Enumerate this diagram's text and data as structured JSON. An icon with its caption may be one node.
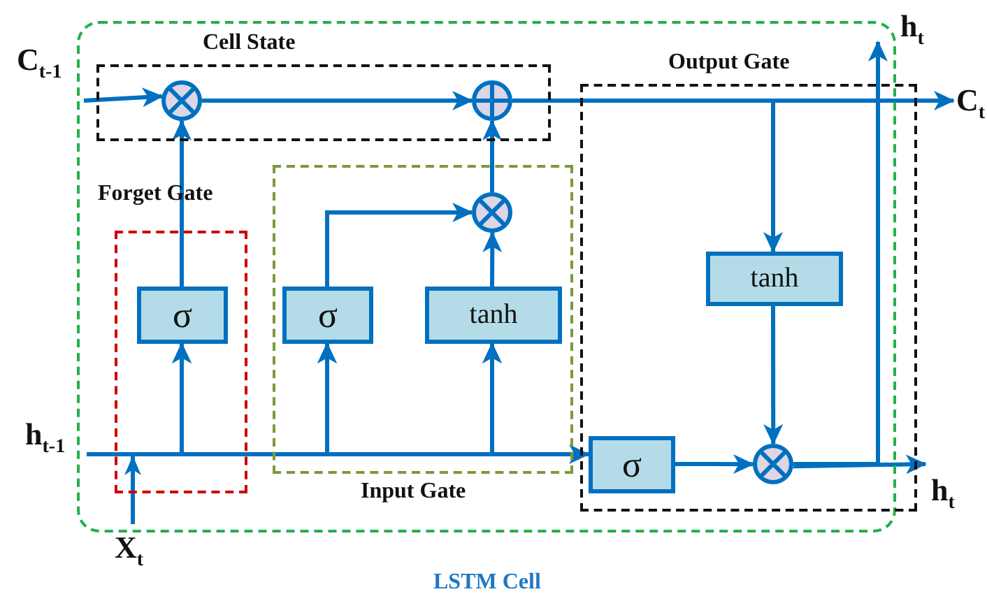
{
  "diagram": {
    "nodes": [
      {
        "text": [
          "LSTM Cell"
        ]
      },
      {
        "text": [
          "Cell State"
        ],
        "in": 0
      },
      {
        "text": [],
        "shape": "circle",
        "in": 1
      },
      {
        "text": [],
        "shape": "circle",
        "in": 1
      },
      {
        "text": [
          "Output Gate"
        ],
        "in": 0
      },
      {
        "text": [
          "Forget Gate"
        ],
        "in": 0
      },
      {
        "text": [
          "Input Gate"
        ],
        "in": 0
      },
      {
        "text": [],
        "shape": "circle",
        "in": 6
      },
      {
        "text": [
          "σ"
        ],
        "in": 5
      },
      {
        "text": [
          "σ"
        ],
        "in": 6
      },
      {
        "text": [
          "tanh"
        ],
        "in": 6
      },
      {
        "text": [
          "tanh"
        ],
        "in": 4
      },
      {
        "text": [
          "σ"
        ],
        "in": 4
      },
      {
        "text": [],
        "shape": "circle",
        "in": 4
      },
      {
        "text": [
          "C$_{t-1}$"
        ]
      },
      {
        "text": [
          "h$_{t}$"
        ]
      },
      {
        "text": [
          "C$_{t}$"
        ]
      },
      {
        "text": [
          "h$_{t-1}$"
        ]
      },
      {
        "text": [
          "X$_{t}$"
        ]
      },
      {
        "text": [
          "h$_{t}$"
        ]
      }
    ],
    "edges": [
      {
        "from": 14,
        "to": 2,
        "arrow": "to"
      },
      {
        "from": 8,
        "to": 2,
        "arrow": "to"
      },
      {
        "from": 2,
        "to": 3,
        "arrow": "to"
      },
      {
        "from": 9,
        "to": 7,
        "arrow": "to"
      },
      {
        "from": 10,
        "to": 7,
        "arrow": "to"
      },
      {
        "from": 7,
        "to": 3,
        "arrow": "to"
      },
      {
        "from": 3,
        "to": 16,
        "arrow": "to"
      },
      {
        "from": 3,
        "to": 11,
        "arrow": "to"
      },
      {
        "from": 11,
        "to": 13,
        "arrow": "to"
      },
      {
        "from": 12,
        "to": 13,
        "arrow": "to"
      },
      {
        "from": 13,
        "to": 19,
        "arrow": "to"
      },
      {
        "from": 13,
        "to": 15,
        "arrow": "to"
      },
      {
        "from": 17,
        "to": 8,
        "arrow": "to"
      },
      {
        "from": 17,
        "to": 9,
        "arrow": "to"
      },
      {
        "from": 17,
        "to": 10,
        "arrow": "to"
      },
      {
        "from": 17,
        "to": 12,
        "arrow": "none"
      },
      {
        "from": 18,
        "to": 8,
        "arrow": "to"
      },
      {
        "from": 18,
        "to": 9,
        "arrow": "to"
      },
      {
        "from": 18,
        "to": 10,
        "arrow": "to"
      },
      {
        "from": 18,
        "to": 12,
        "arrow": "to"
      }
    ]
  }
}
